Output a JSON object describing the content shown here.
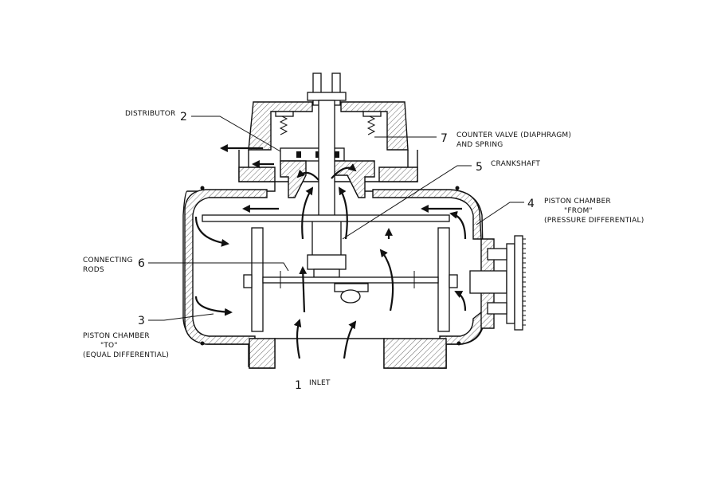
{
  "labels": {
    "distributor": {
      "num": "2",
      "text": "DISTRIBUTOR"
    },
    "counter_valve": {
      "num": "7",
      "line1": "COUNTER VALVE (DIAPHRAGM)",
      "line2": "AND SPRING"
    },
    "crankshaft": {
      "num": "5",
      "text": "CRANKSHAFT"
    },
    "piston_from": {
      "num": "4",
      "line1": "PISTON CHAMBER",
      "line2": "\"FROM\"",
      "line3": "(PRESSURE DIFFERENTIAL)"
    },
    "connecting_rods": {
      "num": "6",
      "line1": "CONNECTING",
      "line2": "RODS"
    },
    "piston_to": {
      "num": "3",
      "line1": "PISTON CHAMBER",
      "line2": "\"TO\"",
      "line3": "(EQUAL DIFFERENTIAL)"
    },
    "inlet": {
      "num": "1",
      "text": "INLET"
    }
  }
}
